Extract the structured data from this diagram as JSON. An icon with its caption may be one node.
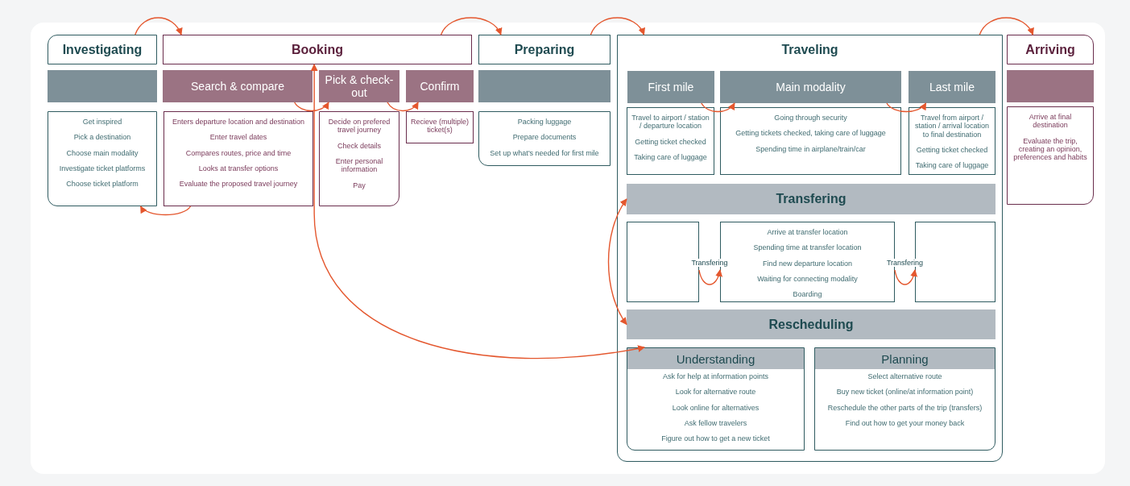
{
  "diagram": {
    "nodes": [
      {
        "text": [
          "Investigating"
        ]
      },
      {
        "text": [],
        "shape": "bar"
      },
      {
        "text": [
          "Get inspired",
          "Pick a destination",
          "Choose main modality",
          "Investigate ticket platforms",
          "Choose ticket platform"
        ]
      },
      {
        "text": [
          "Booking"
        ]
      },
      {
        "text": [
          "Search & compare"
        ]
      },
      {
        "text": [
          "Pick & check-out"
        ]
      },
      {
        "text": [
          "Confirm"
        ]
      },
      {
        "text": [
          "Enters departure location and destination",
          "Enter travel dates",
          "Compares routes, price and time",
          "Looks at transfer options",
          "Evaluate the proposed travel journey"
        ]
      },
      {
        "text": [
          "Decide on prefered travel journey",
          "Check details",
          "Enter personal information",
          "Pay"
        ]
      },
      {
        "text": [
          "Recieve (multiple) ticket(s)"
        ]
      },
      {
        "text": [
          "Preparing"
        ]
      },
      {
        "text": [],
        "shape": "bar"
      },
      {
        "text": [
          "Packing luggage",
          "Prepare documents",
          "Set up what's needed for first mile"
        ]
      },
      {
        "text": [
          "Traveling"
        ]
      },
      {
        "text": [
          "First mile"
        ],
        "in": 13
      },
      {
        "text": [
          "Main modality"
        ],
        "in": 13
      },
      {
        "text": [
          "Last mile"
        ],
        "in": 13
      },
      {
        "text": [
          "Travel to airport / station / departure location",
          "Getting ticket checked",
          "Taking care of luggage"
        ],
        "in": 13
      },
      {
        "text": [
          "Going through security",
          "Getting tickets checked, taking care of luggage",
          "Spending time in airplane/train/car"
        ],
        "in": 13
      },
      {
        "text": [
          "Travel from airport / station / arrival location to final destination",
          "Getting ticket checked",
          "Taking care of luggage"
        ],
        "in": 13
      },
      {
        "text": [
          "Transfering"
        ],
        "in": 13
      },
      {
        "text": [],
        "shape": "box",
        "in": 13
      },
      {
        "text": [
          "Arrive at transfer location",
          "Spending time at transfer location",
          "Find new departure location",
          "Waiting for connecting modality",
          "Boarding"
        ],
        "in": 13
      },
      {
        "text": [],
        "shape": "box",
        "in": 13
      },
      {
        "text": [
          "Rescheduling"
        ],
        "in": 13
      },
      {
        "text": [
          "Understanding",
          "Ask for help at information points",
          "Look for alternative route",
          "Look online for alternatives",
          "Ask fellow travelers",
          "Figure out how to get a new ticket"
        ],
        "in": 13
      },
      {
        "text": [
          "Planning",
          "Select alternative route",
          "Buy new ticket (online/at information point)",
          "Reschedule the other parts of the trip (transfers)",
          "Find out how to get your money back"
        ],
        "in": 13
      },
      {
        "text": [
          "Arriving"
        ]
      },
      {
        "text": [],
        "shape": "bar"
      },
      {
        "text": [
          "Arrive at final destination",
          "Evaluate the trip, creating an opinion, preferences and habits"
        ]
      }
    ],
    "edges": [
      {
        "from": 0,
        "to": 3,
        "arrow": "to"
      },
      {
        "from": 3,
        "to": 10,
        "arrow": "to"
      },
      {
        "from": 10,
        "to": 13,
        "arrow": "to"
      },
      {
        "from": 13,
        "to": 27,
        "arrow": "to"
      },
      {
        "from": 4,
        "to": 5,
        "arrow": "to"
      },
      {
        "from": 5,
        "to": 6,
        "arrow": "to"
      },
      {
        "from": 7,
        "to": 2,
        "arrow": "to"
      },
      {
        "from": 14,
        "to": 15,
        "arrow": "to"
      },
      {
        "from": 15,
        "to": 16,
        "arrow": "to"
      },
      {
        "from": 21,
        "to": 22,
        "arrow": "to",
        "label": "Transfering"
      },
      {
        "from": 22,
        "to": 23,
        "arrow": "to",
        "label": "Transfering"
      },
      {
        "from": 20,
        "to": 24,
        "arrow": "both"
      },
      {
        "from": 3,
        "to": 25,
        "arrow": "both"
      }
    ]
  }
}
